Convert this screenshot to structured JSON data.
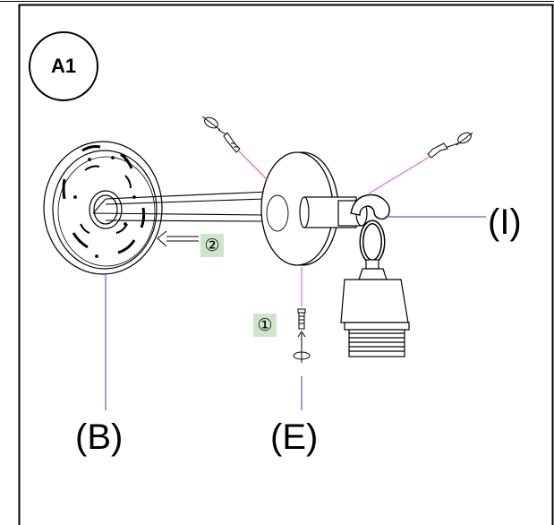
{
  "step": {
    "badge": "A1"
  },
  "parts": {
    "b": "(B)",
    "e": "(E)",
    "i": "(I)"
  },
  "steps": {
    "s1": "①",
    "s2": "②"
  }
}
